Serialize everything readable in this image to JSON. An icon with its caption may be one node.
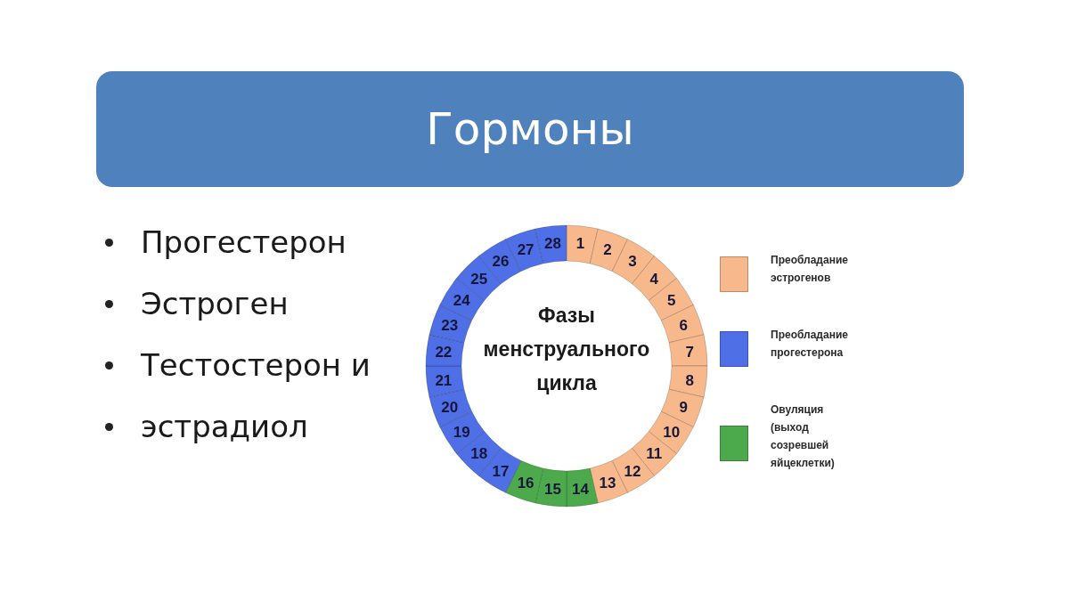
{
  "diagram": {
    "title": "Гормоны",
    "nodes": [
      {
        "text": [
          "1"
        ]
      },
      {
        "text": [
          "2"
        ]
      },
      {
        "text": [
          "3"
        ]
      },
      {
        "text": [
          "4"
        ]
      },
      {
        "text": [
          "5"
        ]
      },
      {
        "text": [
          "6"
        ]
      },
      {
        "text": [
          "7"
        ]
      },
      {
        "text": [
          "8"
        ]
      },
      {
        "text": [
          "9"
        ]
      },
      {
        "text": [
          "10"
        ]
      },
      {
        "text": [
          "11"
        ]
      },
      {
        "text": [
          "12"
        ]
      },
      {
        "text": [
          "13"
        ]
      },
      {
        "text": [
          "14"
        ]
      },
      {
        "text": [
          "15"
        ]
      },
      {
        "text": [
          "16"
        ]
      },
      {
        "text": [
          "17"
        ]
      },
      {
        "text": [
          "18"
        ]
      },
      {
        "text": [
          "19"
        ]
      },
      {
        "text": [
          "20"
        ]
      },
      {
        "text": [
          "21"
        ]
      },
      {
        "text": [
          "22"
        ]
      },
      {
        "text": [
          "23"
        ]
      },
      {
        "text": [
          "24"
        ]
      },
      {
        "text": [
          "25"
        ]
      },
      {
        "text": [
          "26"
        ]
      },
      {
        "text": [
          "27"
        ]
      },
      {
        "text": [
          "28"
        ]
      }
    ],
    "labels": [
      "Прогестерон",
      "Эстроген",
      "Тестостерон и",
      "эстрадиол",
      "Фазы менструального цикла"
    ],
    "legend": [
      {
        "text": "Преобладание эстрогенов",
        "color": "#f7b98c"
      },
      {
        "text": "Преобладание прогестерона",
        "color": "#4f6fe6"
      },
      {
        "text": "Овуляция (выход созревшей яйцеклетки)",
        "color": "#4caa4c"
      }
    ]
  }
}
